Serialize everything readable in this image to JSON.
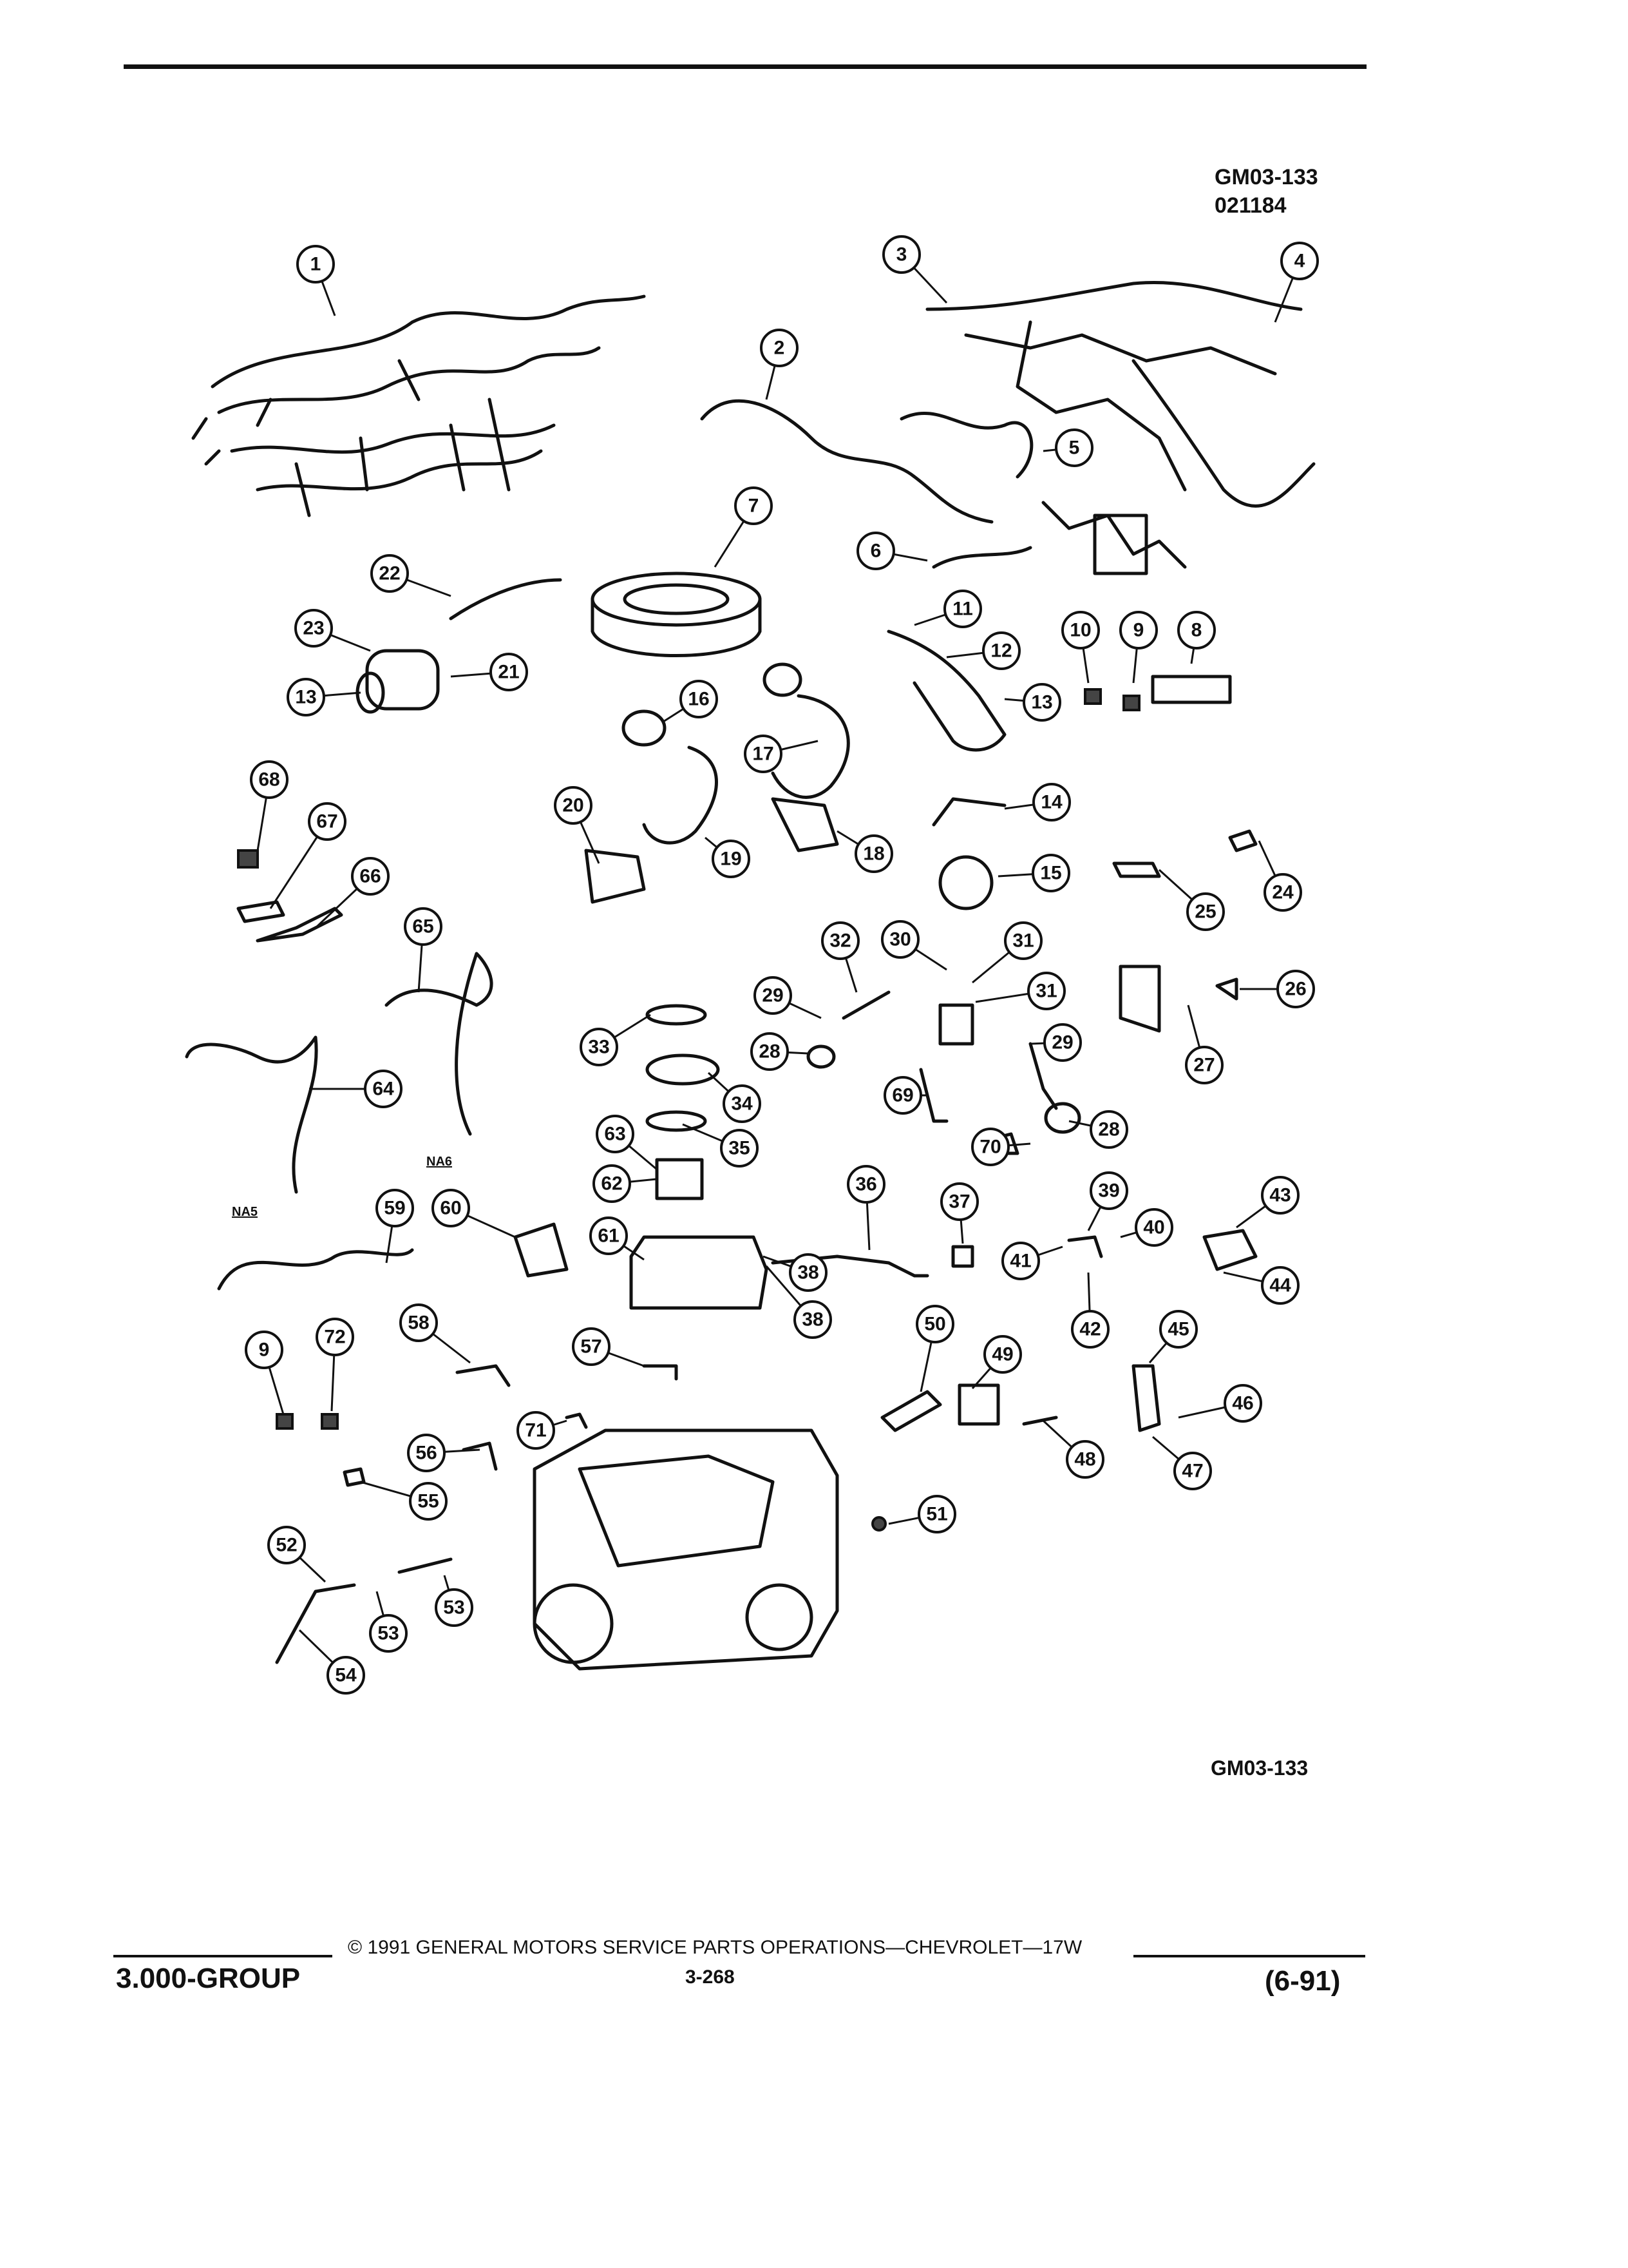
{
  "header": {
    "diagram_code": "GM03-133",
    "date_code": "021184"
  },
  "footer": {
    "diagram_code": "GM03-133",
    "copyright": "©  1991  GENERAL MOTORS SERVICE PARTS OPERATIONS—CHEVROLET—17W",
    "group": "3.000-GROUP",
    "page": "3-268",
    "revision": "(6-91)"
  },
  "labels": {
    "na5": "NA5",
    "na6": "NA6"
  },
  "callouts": [
    "1",
    "2",
    "3",
    "4",
    "5",
    "6",
    "7",
    "8",
    "9",
    "10",
    "11",
    "12",
    "13",
    "13",
    "14",
    "15",
    "16",
    "17",
    "18",
    "19",
    "20",
    "21",
    "22",
    "23",
    "24",
    "25",
    "26",
    "27",
    "28",
    "28",
    "29",
    "29",
    "30",
    "31",
    "31",
    "32",
    "33",
    "34",
    "35",
    "36",
    "37",
    "38",
    "38",
    "39",
    "40",
    "41",
    "42",
    "43",
    "44",
    "45",
    "46",
    "47",
    "48",
    "49",
    "50",
    "51",
    "52",
    "53",
    "53",
    "54",
    "55",
    "56",
    "57",
    "58",
    "59",
    "60",
    "61",
    "62",
    "63",
    "64",
    "65",
    "66",
    "67",
    "68",
    "69",
    "70",
    "71",
    "72",
    "9",
    "10"
  ]
}
